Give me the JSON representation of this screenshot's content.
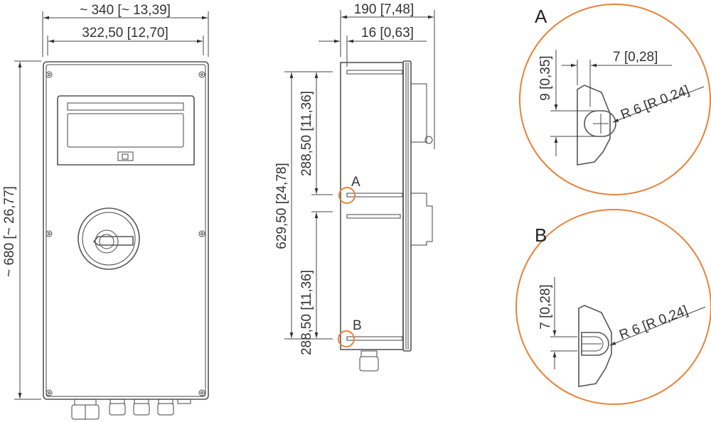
{
  "front_view": {
    "overall_width": "~ 340 [~ 13,39]",
    "body_width": "322,50 [12,70]",
    "overall_height": "~ 680 [~ 26,77]"
  },
  "side_view": {
    "depth": "190 [7,48]",
    "wall_offset": "16 [0,63]",
    "mount_span": "629,50 [24,78]",
    "upper_span": "288,50 [11,36]",
    "lower_span": "288,50 [11,36]",
    "marker_a": "A",
    "marker_b": "B"
  },
  "detail_a": {
    "label": "A",
    "width_dim": "7 [0,28]",
    "height_dim": "9 [0,35]",
    "radius_dim": "R 6 [R 0,24]"
  },
  "detail_b": {
    "label": "B",
    "height_dim": "7 [0,28]",
    "radius_dim": "R 6 [R 0,24]"
  },
  "colors": {
    "detail_circle": "#e8823a",
    "line": "#444444"
  }
}
